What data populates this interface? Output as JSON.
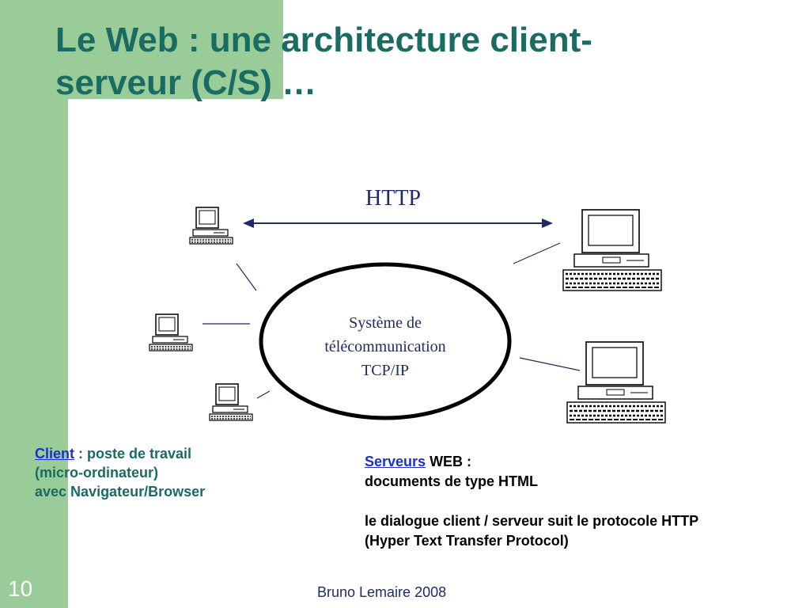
{
  "slide": {
    "title_line1": "Le Web : une architecture client-",
    "title_line2": "serveur (C/S) …",
    "page_number": "10",
    "footer": "Bruno Lemaire 2008"
  },
  "diagram": {
    "protocol_label": "HTTP",
    "network_label_line1": "Système de",
    "network_label_line2": "télécommunication",
    "network_label_line3": "TCP/IP"
  },
  "client_caption": {
    "link": "Client",
    "line1_rest": " : poste de travail",
    "line2": "(micro-ordinateur)",
    "line3": "avec Navigateur/Browser"
  },
  "server_caption": {
    "link": "Serveurs",
    "line1_rest": " WEB  :",
    "line2": "documents de type HTML",
    "line4": "le dialogue client / serveur suit le protocole HTTP",
    "line5": "(Hyper Text Transfer Protocol)"
  },
  "colors": {
    "sidebar_green": "#99cc99",
    "title_teal": "#1a6b62",
    "link_blue": "#1a2fd1",
    "diagram_navy": "#1f2a66"
  }
}
